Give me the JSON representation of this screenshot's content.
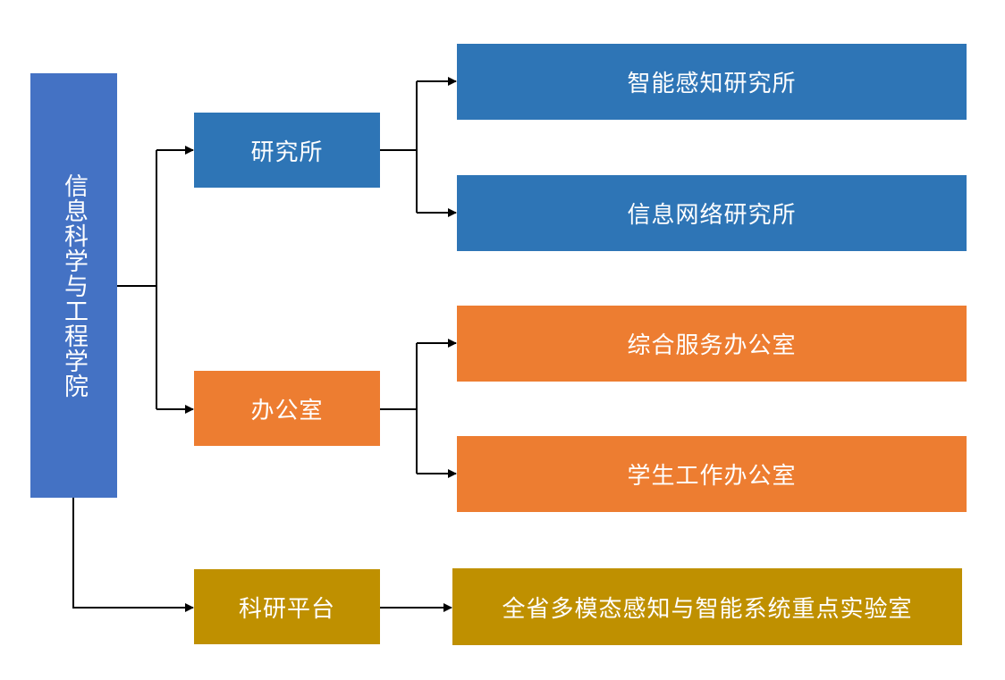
{
  "root": {
    "label": "信息科学与工程学院"
  },
  "branches": [
    {
      "label": "研究所",
      "children": [
        "智能感知研究所",
        "信息网络研究所"
      ]
    },
    {
      "label": "办公室",
      "children": [
        "综合服务办公室",
        "学生工作办公室"
      ]
    },
    {
      "label": "科研平台",
      "children": [
        "全省多模态感知与智能系统重点实验室"
      ]
    }
  ],
  "colors": {
    "root": "#4472c4",
    "research": "#2e75b6",
    "office": "#ed7d31",
    "platform": "#bf9000",
    "connector": "#000000"
  }
}
